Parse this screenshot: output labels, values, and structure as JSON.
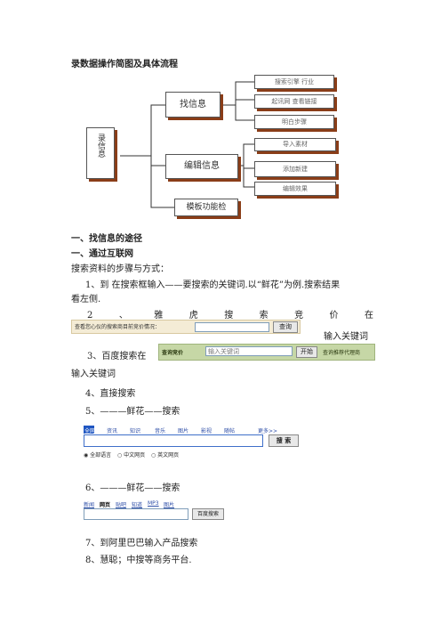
{
  "title": "录数据操作简图及具体流程",
  "diagram": {
    "root": "录信息",
    "branch1": "找信息",
    "branch2": "编辑信息",
    "branch3": "模板功能检",
    "leaves1": [
      "搜索引擎  行业",
      "起讯网  查看链接",
      "明白步骤"
    ],
    "leaves2": [
      "导入素材",
      "添加新建",
      "编辑效果"
    ]
  },
  "section1": "一、找信息的途径",
  "section1_sub": "一、通过互联网",
  "steps_intro": "搜索资料的步骤与方式：",
  "step1_line1": "1、到  在搜索框输入——要搜索的关键词.以“鲜花”为例.搜索结果",
  "step1_line2": "看左侧.",
  "step2_chars": [
    "2",
    "、",
    "雅",
    "虎",
    "搜",
    "索",
    "竞",
    "价",
    "在"
  ],
  "yahoo_bar": {
    "label": "查看您心仪的搜索商目前竞价情况：",
    "button": "查询"
  },
  "keyword_label": "输入关键词",
  "step3": "3、百度搜索在",
  "baidu_bar": {
    "label": "查询竞价",
    "placeholder": "输入关键词",
    "button": "开始",
    "right": "查询推荐代理商"
  },
  "keyword_label2": "输入关键词",
  "step4": "4、直接搜索",
  "step5": "5、———鲜花——搜索",
  "google_tabs": [
    "全网",
    "资讯",
    "知识",
    "音乐",
    "图片",
    "影视",
    "随帖",
    "更多>>"
  ],
  "google_button": "搜 索",
  "google_radios": [
    "全部语言",
    "中文网页",
    "英文网页"
  ],
  "step6": "6、———鲜花——搜索",
  "baidu_tabs": [
    "新闻",
    "网页",
    "贴吧",
    "知道",
    "MP3",
    "图片"
  ],
  "baidu_button": "百度搜索",
  "step7": "7、到阿里巴巴输入产品搜索",
  "step8": "8、慧聪；中搜等商务平台."
}
